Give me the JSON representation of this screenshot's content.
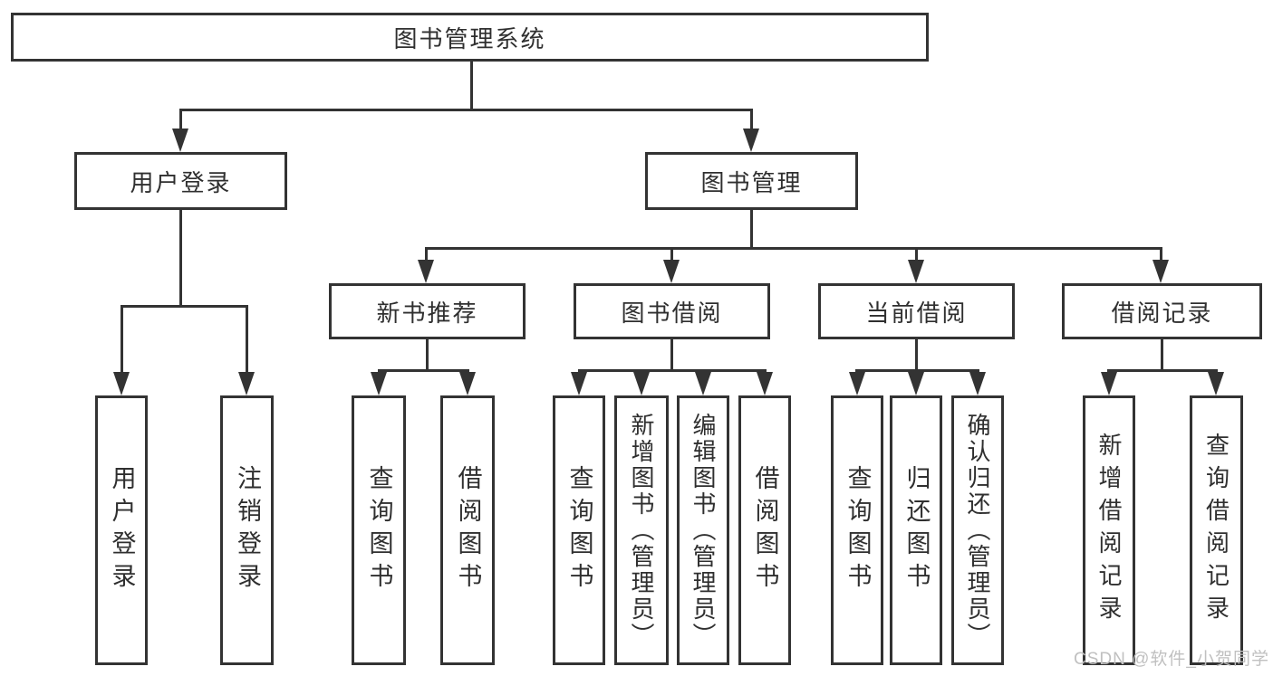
{
  "diagram": {
    "root": {
      "label": "图书管理系统"
    },
    "branches": [
      {
        "label": "用户登录",
        "children": [
          {
            "label": "用户登录"
          },
          {
            "label": "注销登录"
          }
        ]
      },
      {
        "label": "图书管理",
        "children": [
          {
            "label": "新书推荐",
            "children": [
              {
                "label": "查询图书"
              },
              {
                "label": "借阅图书"
              }
            ]
          },
          {
            "label": "图书借阅",
            "children": [
              {
                "label": "查询图书"
              },
              {
                "label": "新增图书（管理员）"
              },
              {
                "label": "编辑图书（管理员）"
              },
              {
                "label": "借阅图书"
              }
            ]
          },
          {
            "label": "当前借阅",
            "children": [
              {
                "label": "查询图书"
              },
              {
                "label": "归还图书"
              },
              {
                "label": "确认归还（管理员）"
              }
            ]
          },
          {
            "label": "借阅记录",
            "children": [
              {
                "label": "新增借阅记录"
              },
              {
                "label": "查询借阅记录"
              }
            ]
          }
        ]
      }
    ]
  },
  "watermark": {
    "text": "CSDN @软件_小贺同学"
  },
  "colors": {
    "line": "#333333",
    "text": "#2f2f2f",
    "background": "#ffffff",
    "watermark": "#c0c0c0"
  }
}
